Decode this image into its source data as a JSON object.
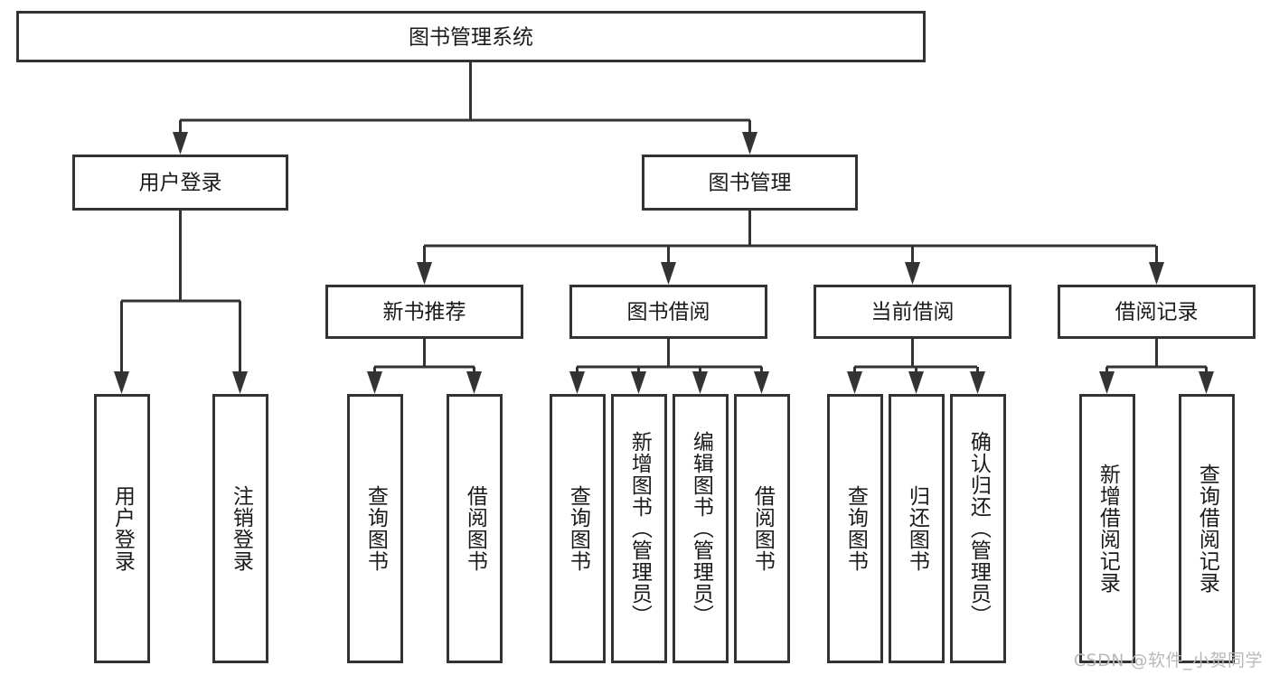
{
  "diagram": {
    "type": "tree",
    "title": "图书管理系统",
    "watermark": "CSDN @软件_小贺同学",
    "colors": {
      "stroke": "#333333",
      "box_fill": "#ffffff",
      "text": "#1a1a1a",
      "watermark": "#b9b9b9",
      "background": "#ffffff"
    },
    "root": {
      "label": "图书管理系统",
      "orientation": "horizontal"
    },
    "level2": [
      {
        "label": "用户登录",
        "orientation": "horizontal"
      },
      {
        "label": "图书管理",
        "orientation": "horizontal"
      }
    ],
    "level3": [
      {
        "label": "新书推荐",
        "orientation": "horizontal"
      },
      {
        "label": "图书借阅",
        "orientation": "horizontal"
      },
      {
        "label": "当前借阅",
        "orientation": "horizontal"
      },
      {
        "label": "借阅记录",
        "orientation": "horizontal"
      }
    ],
    "leaves": {
      "user_login": [
        {
          "label": "用户登录",
          "orientation": "vertical"
        },
        {
          "label": "注销登录",
          "orientation": "vertical"
        }
      ],
      "new_book_recommend": [
        {
          "label": "查询图书",
          "orientation": "vertical"
        },
        {
          "label": "借阅图书",
          "orientation": "vertical"
        }
      ],
      "book_borrow": [
        {
          "label": "查询图书",
          "orientation": "vertical"
        },
        {
          "label": "新增图书（管理员）",
          "orientation": "vertical"
        },
        {
          "label": "编辑图书（管理员）",
          "orientation": "vertical"
        },
        {
          "label": "借阅图书",
          "orientation": "vertical"
        }
      ],
      "current_borrow": [
        {
          "label": "查询图书",
          "orientation": "vertical"
        },
        {
          "label": "归还图书",
          "orientation": "vertical"
        },
        {
          "label": "确认归还（管理员）",
          "orientation": "vertical"
        }
      ],
      "borrow_record": [
        {
          "label": "新增借阅记录",
          "orientation": "vertical"
        },
        {
          "label": "查询借阅记录",
          "orientation": "vertical"
        }
      ]
    }
  }
}
